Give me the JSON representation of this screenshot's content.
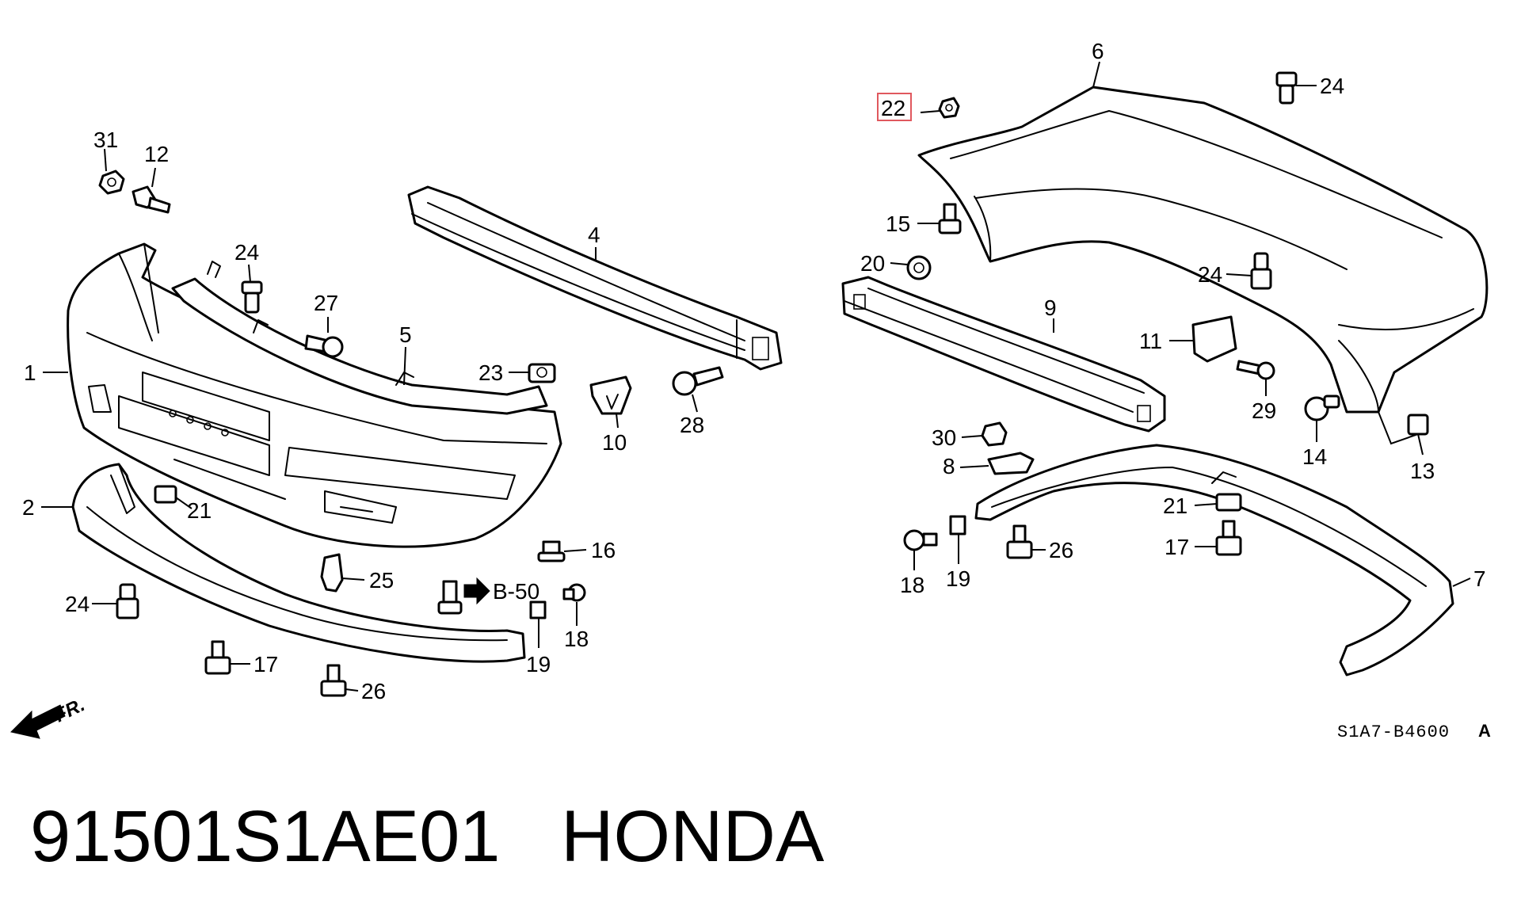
{
  "diagram": {
    "reference_code": "S1A7-B4600",
    "reference_suffix": "A",
    "front_arrow_label": "FR.",
    "cross_ref": "B-50",
    "highlighted_callout": "22",
    "callouts": [
      {
        "id": "c31",
        "label": "31"
      },
      {
        "id": "c12",
        "label": "12"
      },
      {
        "id": "c24a",
        "label": "24"
      },
      {
        "id": "c27",
        "label": "27"
      },
      {
        "id": "c5",
        "label": "5"
      },
      {
        "id": "c4",
        "label": "4"
      },
      {
        "id": "c1",
        "label": "1"
      },
      {
        "id": "c23",
        "label": "23"
      },
      {
        "id": "c10",
        "label": "10"
      },
      {
        "id": "c28",
        "label": "28"
      },
      {
        "id": "c2",
        "label": "2"
      },
      {
        "id": "c21a",
        "label": "21"
      },
      {
        "id": "c16",
        "label": "16"
      },
      {
        "id": "c25",
        "label": "25"
      },
      {
        "id": "c24b",
        "label": "24"
      },
      {
        "id": "c19a",
        "label": "19"
      },
      {
        "id": "c18a",
        "label": "18"
      },
      {
        "id": "c17a",
        "label": "17"
      },
      {
        "id": "c26a",
        "label": "26"
      },
      {
        "id": "c6",
        "label": "6"
      },
      {
        "id": "c22",
        "label": "22"
      },
      {
        "id": "c24c",
        "label": "24"
      },
      {
        "id": "c15",
        "label": "15"
      },
      {
        "id": "c20",
        "label": "20"
      },
      {
        "id": "c9",
        "label": "9"
      },
      {
        "id": "c24d",
        "label": "24"
      },
      {
        "id": "c11",
        "label": "11"
      },
      {
        "id": "c29",
        "label": "29"
      },
      {
        "id": "c14",
        "label": "14"
      },
      {
        "id": "c13",
        "label": "13"
      },
      {
        "id": "c30",
        "label": "30"
      },
      {
        "id": "c8",
        "label": "8"
      },
      {
        "id": "c21b",
        "label": "21"
      },
      {
        "id": "c17b",
        "label": "17"
      },
      {
        "id": "c26b",
        "label": "26"
      },
      {
        "id": "c18b",
        "label": "18"
      },
      {
        "id": "c19b",
        "label": "19"
      },
      {
        "id": "c7",
        "label": "7"
      }
    ]
  },
  "footer": {
    "part_number": "91501S1AE01",
    "brand": "HONDA"
  },
  "colors": {
    "line": "#000000",
    "background": "#ffffff",
    "highlight": "#e0585e"
  }
}
